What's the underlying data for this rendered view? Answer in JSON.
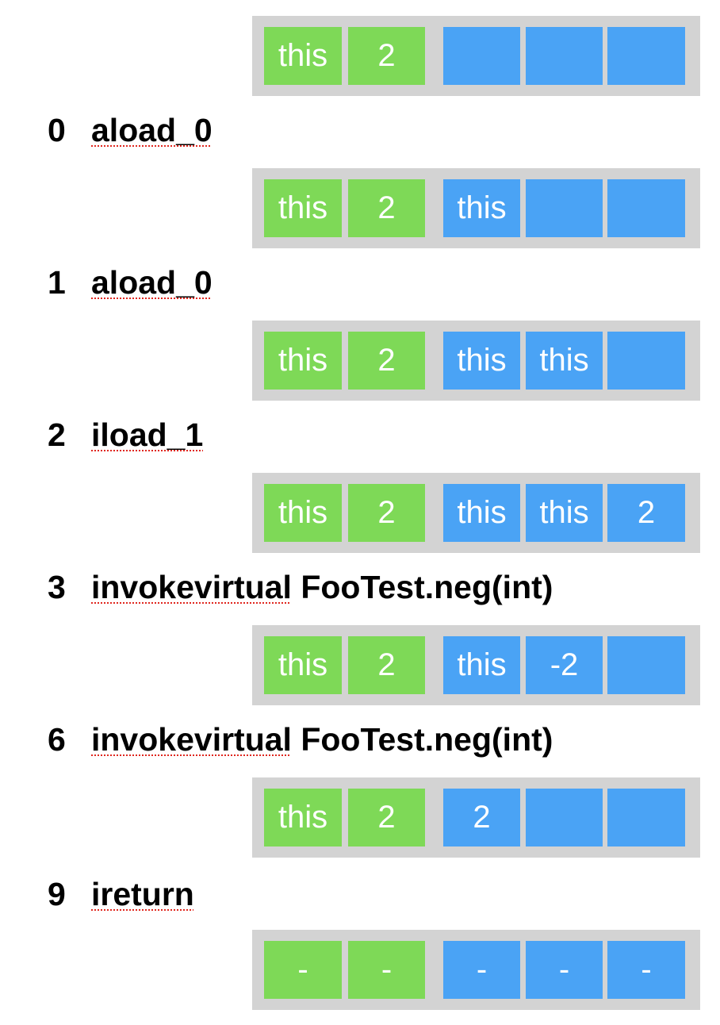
{
  "frames": [
    {
      "locals": [
        "this",
        "2"
      ],
      "stack": [
        "",
        "",
        ""
      ]
    },
    {
      "locals": [
        "this",
        "2"
      ],
      "stack": [
        "this",
        "",
        ""
      ]
    },
    {
      "locals": [
        "this",
        "2"
      ],
      "stack": [
        "this",
        "this",
        ""
      ]
    },
    {
      "locals": [
        "this",
        "2"
      ],
      "stack": [
        "this",
        "this",
        "2"
      ]
    },
    {
      "locals": [
        "this",
        "2"
      ],
      "stack": [
        "this",
        "-2",
        ""
      ]
    },
    {
      "locals": [
        "this",
        "2"
      ],
      "stack": [
        "2",
        "",
        ""
      ]
    },
    {
      "locals": [
        "-",
        "-"
      ],
      "stack": [
        "-",
        "-",
        "-"
      ]
    }
  ],
  "instructions": [
    {
      "index": "0",
      "opcode": "aload_0",
      "operand": ""
    },
    {
      "index": "1",
      "opcode": "aload_0",
      "operand": ""
    },
    {
      "index": "2",
      "opcode": "iload_1",
      "operand": ""
    },
    {
      "index": "3",
      "opcode": "invokevirtual",
      "operand": "FooTest.neg(int)"
    },
    {
      "index": "6",
      "opcode": "invokevirtual",
      "operand": "FooTest.neg(int)"
    },
    {
      "index": "9",
      "opcode": "ireturn",
      "operand": ""
    }
  ],
  "colors": {
    "locals": "#7ed957",
    "stack": "#4aa3f5",
    "frame": "#d3d3d3"
  }
}
